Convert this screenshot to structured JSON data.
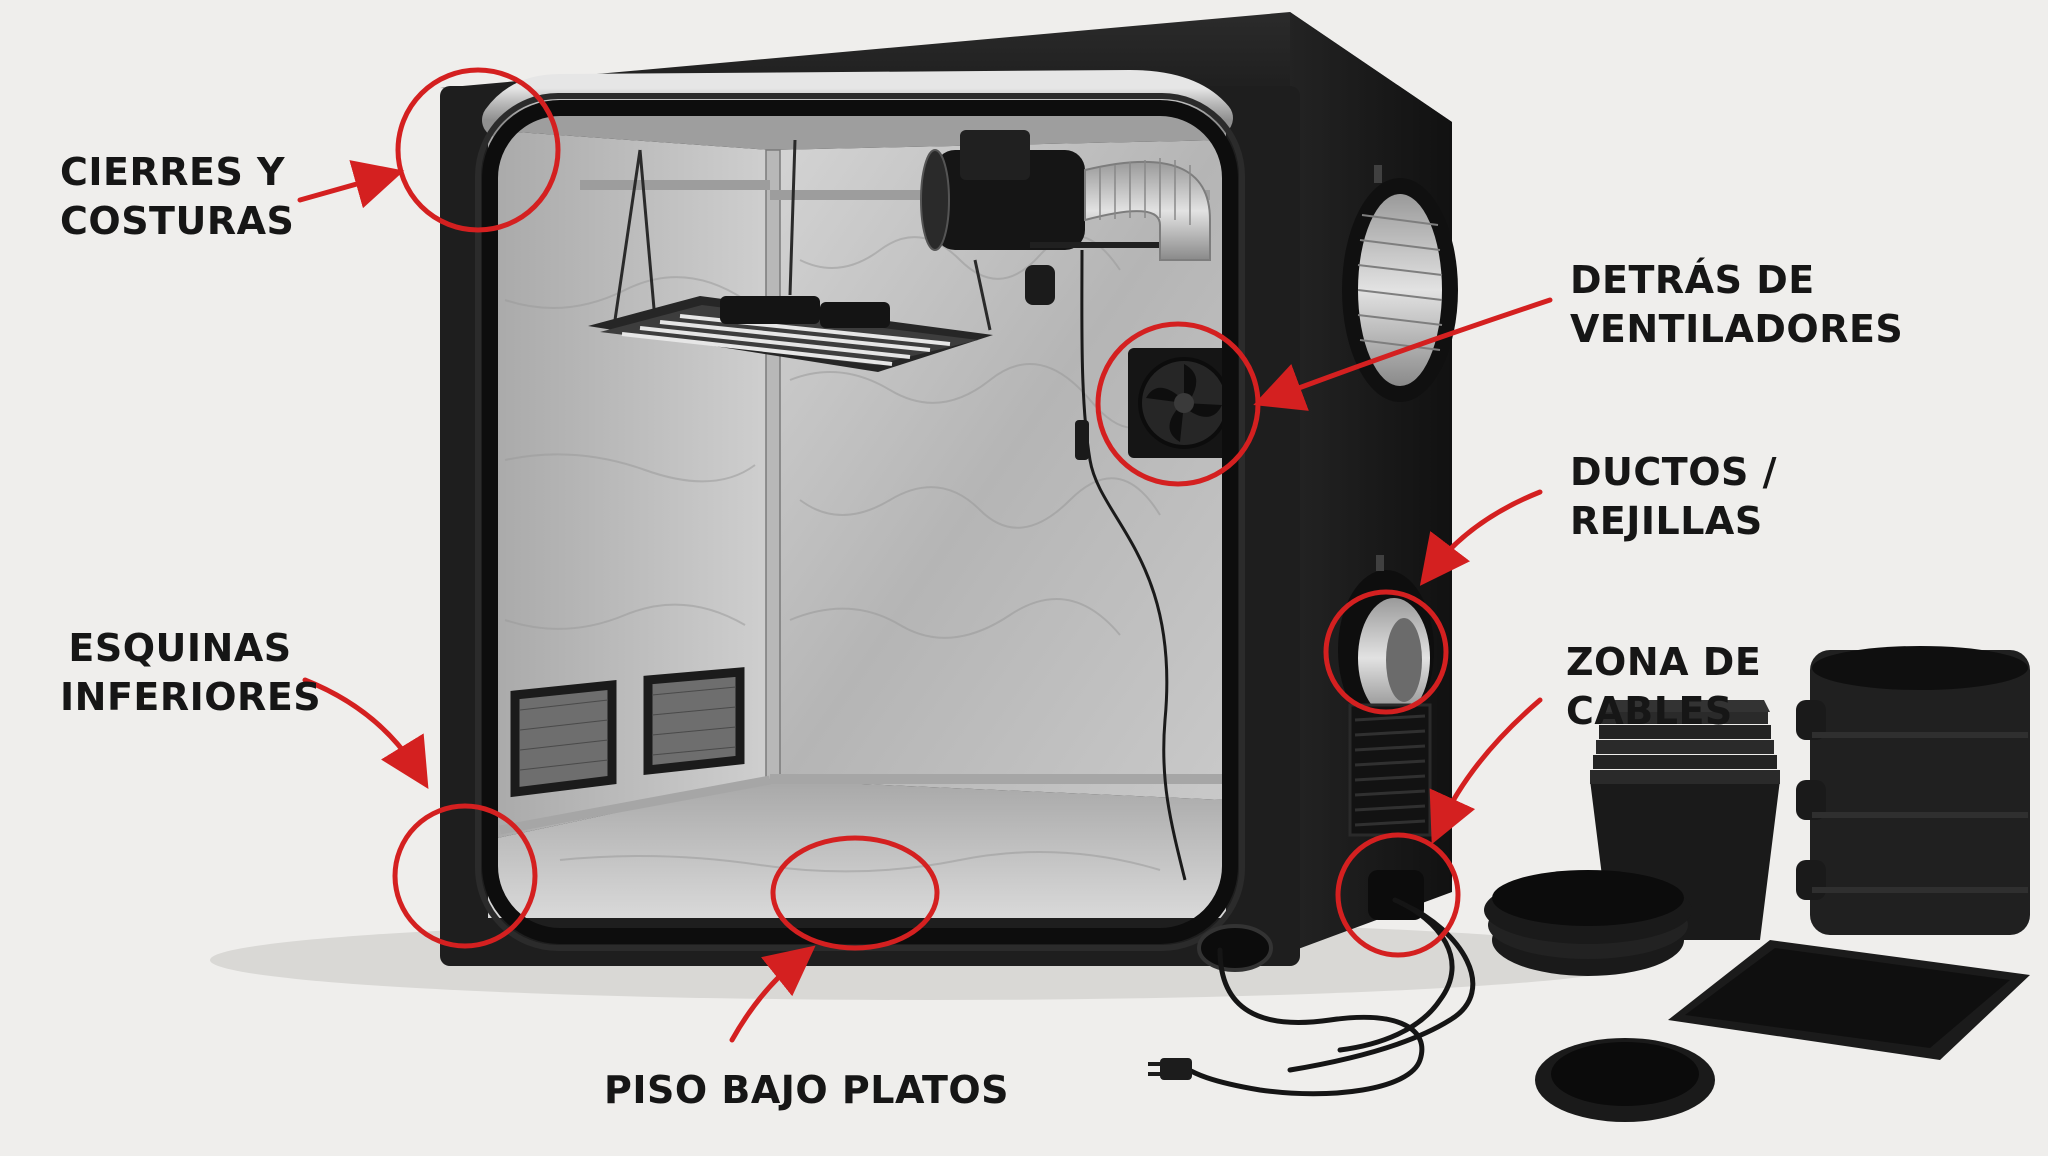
{
  "scene": {
    "subject": "grow-tent-inspection-diagram",
    "colors": {
      "background": "#efeeec",
      "annotation": "#d42020",
      "tent_fabric": "#1c1c1c",
      "mylar_lining": "#b9b9b9",
      "label_text": "#161616"
    }
  },
  "callouts": {
    "cierres": {
      "line1": "CIERRES Y",
      "line2": "COSTURAS"
    },
    "ventiladores": {
      "line1": "DETRÁS DE",
      "line2": "VENTILADORES"
    },
    "ductos": {
      "line1": "DUCTOS /",
      "line2": "REJILLAS"
    },
    "esquinas": {
      "line1": "ESQUINAS",
      "line2": "INFERIORES"
    },
    "cables": {
      "line1": "ZONA DE",
      "line2": "CABLES"
    },
    "piso": {
      "line1": "PISO BAJO PLATOS"
    }
  }
}
